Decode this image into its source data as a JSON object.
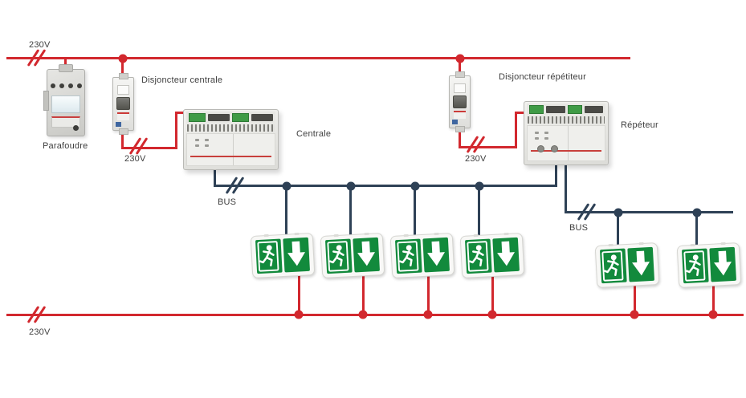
{
  "diagram": {
    "type": "wiring-diagram",
    "labels": {
      "mains_top": "230V",
      "surge_protector": "Parafoudre",
      "central_breaker": "Disjoncteur centrale",
      "central_breaker_voltage": "230V",
      "central_unit": "Centrale",
      "bus_central": "BUS",
      "repeater_breaker": "Disjoncteur répétiteur",
      "repeater_breaker_voltage": "230V",
      "repeater_unit": "Répéteur",
      "bus_repeater": "BUS",
      "mains_bottom": "230V"
    },
    "colors": {
      "power_line_red": "#d2282e",
      "bus_line_navy": "#2e4156",
      "exit_sign_green": "#128a3c",
      "label_text": "#3e3e3e"
    },
    "icons": {
      "exit_pictogram": "running-man-exit-icon",
      "exit_arrow": "down-arrow-icon",
      "line_break_mark": "double-slash-break-icon"
    },
    "counts": {
      "exit_signs_on_central_bus": 4,
      "exit_signs_on_repeater_bus": 2
    }
  }
}
